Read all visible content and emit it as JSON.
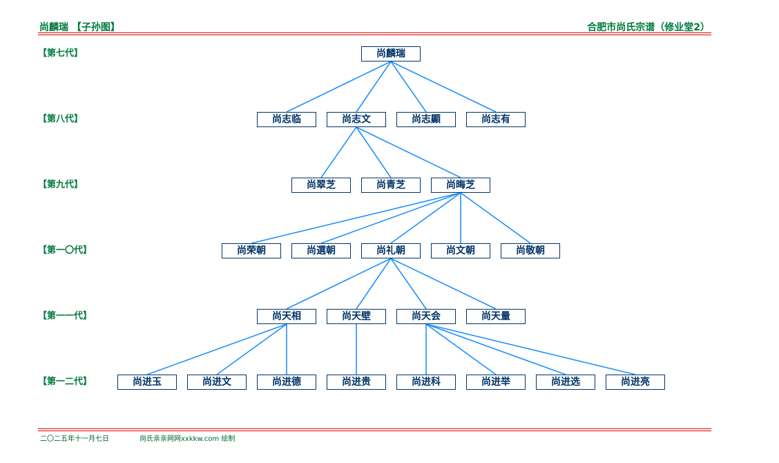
{
  "header": {
    "left_title": "尚麟瑞 【子孙图】",
    "right_title": "合肥市尚氏宗谱（修业堂2）"
  },
  "generations": [
    "【第七代】",
    "【第八代】",
    "【第九代】",
    "【第一〇代】",
    "【第一一代】",
    "【第一二代】"
  ],
  "tree": [
    [
      {
        "name": "尚麟瑞",
        "parent": null
      }
    ],
    [
      {
        "name": "尚志临",
        "parent": 0
      },
      {
        "name": "尚志文",
        "parent": 0
      },
      {
        "name": "尚志顯",
        "parent": 0
      },
      {
        "name": "尚志有",
        "parent": 0
      }
    ],
    [
      {
        "name": "尚翠芝",
        "parent": 1
      },
      {
        "name": "尚青芝",
        "parent": 1
      },
      {
        "name": "尚晦芝",
        "parent": 1
      }
    ],
    [
      {
        "name": "尚荣朝",
        "parent": 2
      },
      {
        "name": "尚選朝",
        "parent": 2
      },
      {
        "name": "尚礼朝",
        "parent": 2
      },
      {
        "name": "尚文朝",
        "parent": 2
      },
      {
        "name": "尚敬朝",
        "parent": 2
      }
    ],
    [
      {
        "name": "尚天相",
        "parent": 2
      },
      {
        "name": "尚天壁",
        "parent": 2
      },
      {
        "name": "尚天会",
        "parent": 2
      },
      {
        "name": "尚天量",
        "parent": 2
      }
    ],
    [
      {
        "name": "尚进玉",
        "parent": 0
      },
      {
        "name": "尚进文",
        "parent": 0
      },
      {
        "name": "尚进德",
        "parent": 0
      },
      {
        "name": "尚进贵",
        "parent": 1
      },
      {
        "name": "尚进科",
        "parent": 2
      },
      {
        "name": "尚进举",
        "parent": 2
      },
      {
        "name": "尚进选",
        "parent": 2
      },
      {
        "name": "尚进亮",
        "parent": 2
      }
    ]
  ],
  "footer": {
    "date": "二〇二五年十一月七日",
    "credit": "尚氏亲亲网网xxkkw.com 绘制"
  },
  "colors": {
    "title": "#007a3d",
    "node": "#003366",
    "link": "#1e90ff",
    "rule": "#e00000"
  }
}
